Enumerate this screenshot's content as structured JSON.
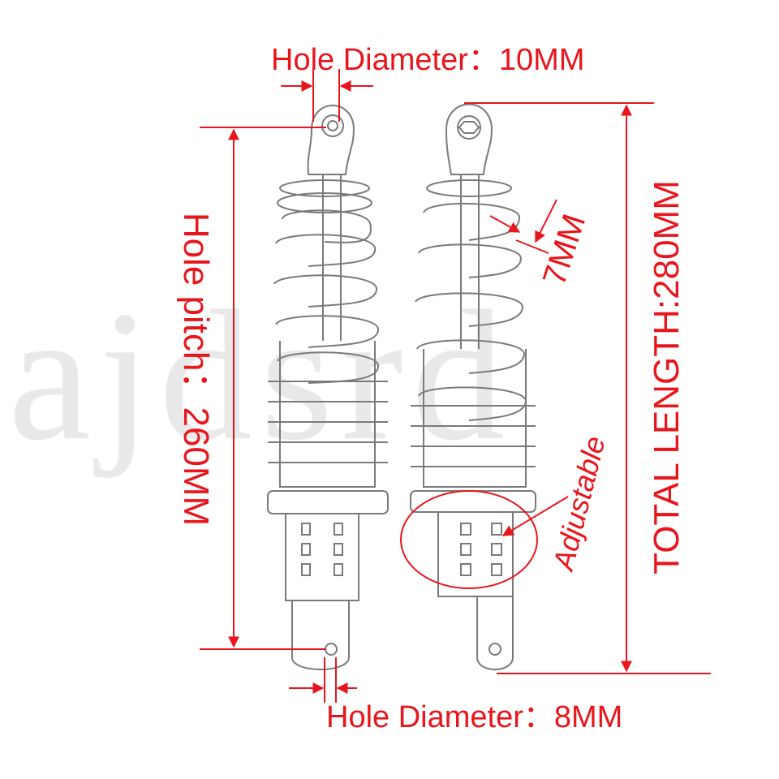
{
  "colors": {
    "annotation": "#e8161c",
    "sketch": "#7a7a7a",
    "watermark": "#b4b4b4"
  },
  "labels": {
    "top_hole": "Hole Diameter：10MM",
    "bottom_hole": "Hole Diameter：8MM",
    "hole_pitch": "Hole pitch：260MM",
    "total_length": "TOTAL LENGTH:280MM",
    "spring_wire": "7MM",
    "adjustable": "Adjustable"
  },
  "watermark": {
    "text": "ajdsrd"
  },
  "components": [
    "left-shock-absorber",
    "right-shock-absorber"
  ]
}
